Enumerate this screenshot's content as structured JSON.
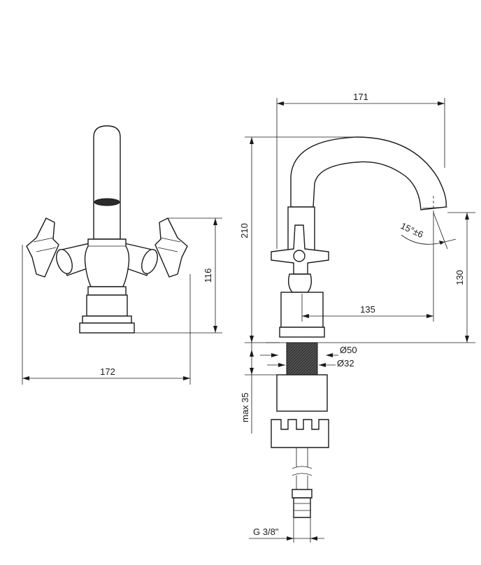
{
  "dimensions": {
    "front_width": "172",
    "front_height": "116",
    "spout_reach_total": "171",
    "overall_height": "210",
    "spout_reach": "135",
    "spout_height": "130",
    "spout_angle": "15°±6",
    "base_diameter": "Ø50",
    "hole_diameter": "Ø32",
    "max_thickness": "max 35",
    "thread": "G 3/8\""
  }
}
